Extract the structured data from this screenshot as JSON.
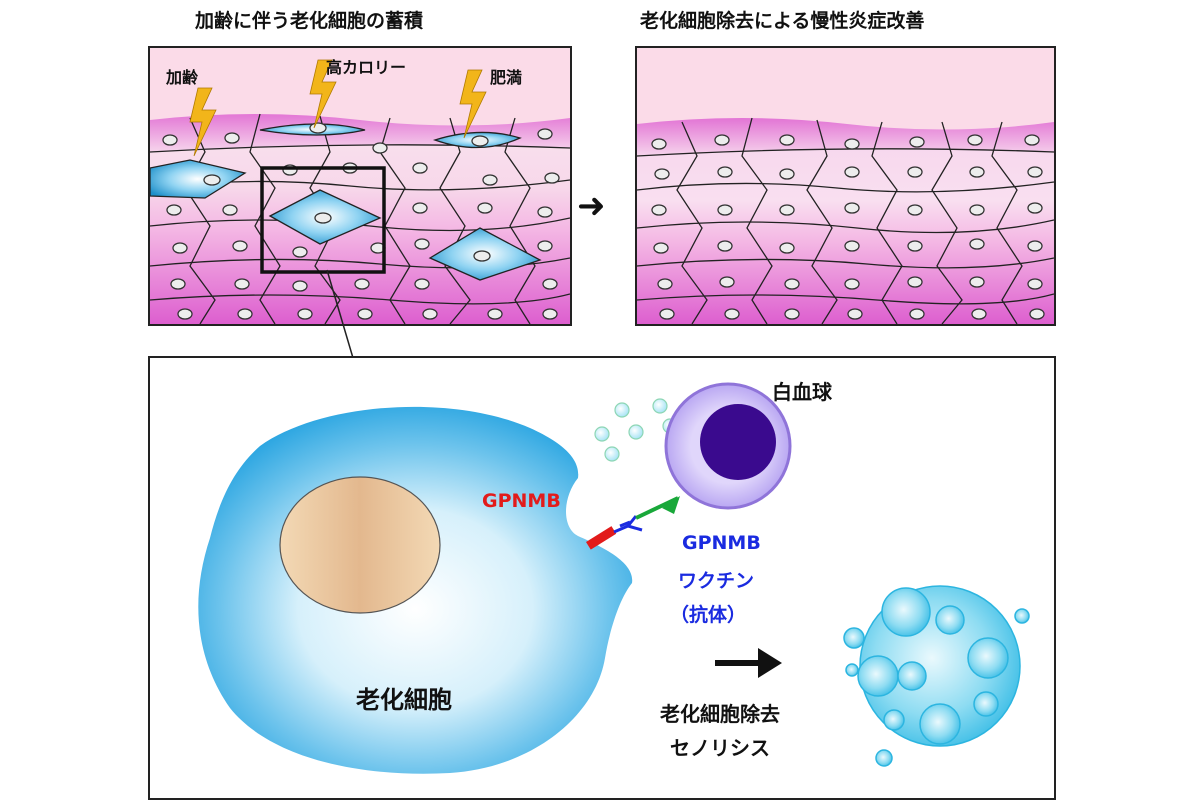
{
  "titles": {
    "left": "加齢に伴う老化細胞の蓄積",
    "right": "老化細胞除去による慢性炎症改善"
  },
  "left_panel": {
    "stressors": [
      "加齢",
      "高カロリー",
      "肥満"
    ]
  },
  "detail_panel": {
    "senescent_cell_label": "老化細胞",
    "receptor_label": "GPNMB",
    "leukocyte_label": "白血球",
    "vaccine_label_1": "GPNMB",
    "vaccine_label_2": "ワクチン",
    "vaccine_label_3": "（抗体）",
    "removal_label_1": "老化細胞除去",
    "removal_label_2": "セノリシス"
  },
  "colors": {
    "skin_pink": "#e87ed6",
    "sky_pink": "#fadbe8",
    "senescent_blue": "#2fa8e0",
    "receptor_red": "#e21b1b",
    "vaccine_blue": "#1a2be0",
    "leukocyte_purple": "#3b0a8e",
    "lightning_yellow": "#f2b51a"
  }
}
